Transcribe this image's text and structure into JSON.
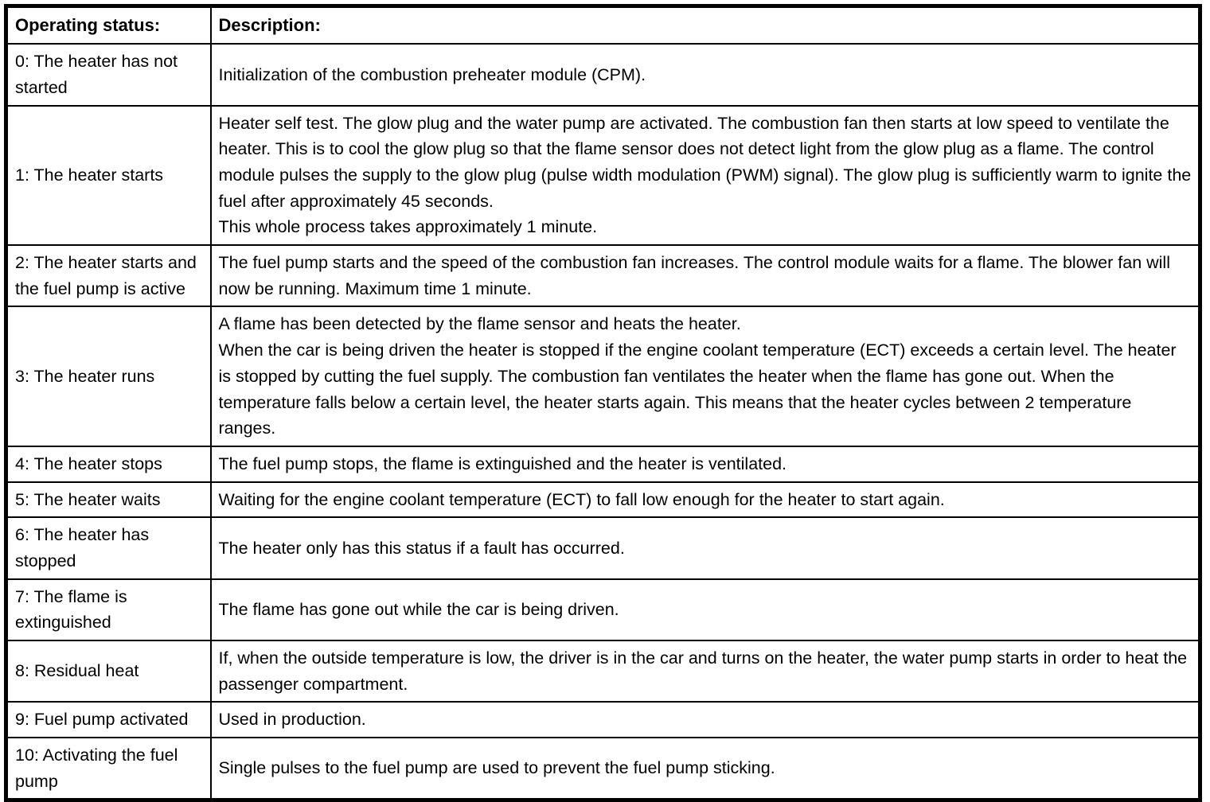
{
  "table": {
    "columns": [
      {
        "key": "status",
        "header": "Operating status:"
      },
      {
        "key": "description",
        "header": "Description:"
      }
    ],
    "rows": [
      {
        "status": "0: The heater has not started",
        "description_lines": [
          "Initialization of the combustion preheater module (CPM)."
        ]
      },
      {
        "status": "1: The heater starts",
        "description_lines": [
          "Heater self test. The glow plug and the water pump are activated. The combustion fan then starts at low speed to ventilate the heater. This is to cool the glow plug so that the flame sensor does not detect light from the glow plug as a flame. The control module pulses the supply to the glow plug (pulse width modulation (PWM) signal). The glow plug is sufficiently warm to ignite the fuel after approximately 45 seconds.",
          "This whole process takes approximately 1 minute."
        ]
      },
      {
        "status": "2: The heater starts and the fuel pump is active",
        "description_lines": [
          "The fuel pump starts and the speed of the combustion fan increases. The control module waits for a flame. The blower fan will now be running. Maximum time 1 minute."
        ]
      },
      {
        "status": "3: The heater runs",
        "description_lines": [
          "A flame has been detected by the flame sensor and heats the heater.",
          "When the car is being driven the heater is stopped if the engine coolant temperature (ECT) exceeds a certain level. The heater is stopped by cutting the fuel supply. The combustion fan ventilates the heater when the flame has gone out. When the temperature falls below a certain level, the heater starts again. This means that the heater cycles between 2 temperature ranges."
        ]
      },
      {
        "status": "4: The heater stops",
        "description_lines": [
          "The fuel pump stops, the flame is extinguished and the heater is ventilated."
        ]
      },
      {
        "status": "5: The heater waits",
        "description_lines": [
          "Waiting for the engine coolant temperature (ECT) to fall low enough for the heater to start again."
        ]
      },
      {
        "status": "6: The heater has stopped",
        "description_lines": [
          "The heater only has this status if a fault has occurred."
        ]
      },
      {
        "status": "7: The flame is extinguished",
        "description_lines": [
          "The flame has gone out while the car is being driven."
        ]
      },
      {
        "status": "8: Residual heat",
        "description_lines": [
          "If, when the outside temperature is low, the driver is in the car and turns on the heater, the water pump starts in order to heat the passenger compartment."
        ]
      },
      {
        "status": "9: Fuel pump activated",
        "description_lines": [
          "Used in production."
        ]
      },
      {
        "status": "10: Activating the fuel pump",
        "description_lines": [
          "Single pulses to the fuel pump are used to prevent the fuel pump sticking."
        ]
      }
    ]
  },
  "colors": {
    "border": "#000000",
    "text": "#000000",
    "background": "#ffffff"
  }
}
